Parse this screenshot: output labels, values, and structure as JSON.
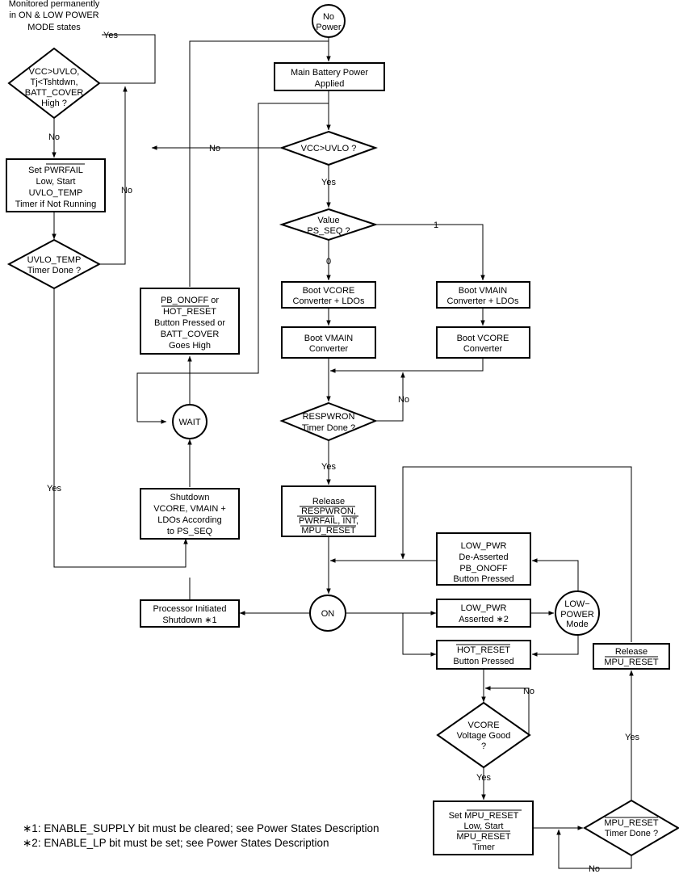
{
  "nodes": {
    "monitor_note": [
      "Monitored permanently",
      "in ON & LOW POWER",
      "MODE states"
    ],
    "vcc_uvlo_left": [
      "VCC>UVLO,",
      "Tj<Tshtdwn,",
      "BATT_COVER",
      "High ?"
    ],
    "set_pwrfail": [
      "Set PWRFAIL",
      "Low, Start",
      "UVLO_TEMP",
      "Timer if Not Running"
    ],
    "uvlo_temp_done": [
      "UVLO_TEMP",
      "Timer Done ?"
    ],
    "no_power": [
      "No",
      "Power"
    ],
    "main_battery": [
      "Main Battery Power",
      "Applied"
    ],
    "vcc_uvlo": [
      "VCC>UVLO ?"
    ],
    "value_ps_seq": [
      "Value",
      "PS_SEQ ?"
    ],
    "boot_vcore_ldo": [
      "Boot VCORE",
      "Converter + LDOs"
    ],
    "boot_vmain_ldo": [
      "Boot VMAIN",
      "Converter + LDOs"
    ],
    "boot_vmain": [
      "Boot VMAIN",
      "Converter"
    ],
    "boot_vcore": [
      "Boot VCORE",
      "Converter"
    ],
    "respwron_done": [
      "RESPWRON",
      "Timer Done ?"
    ],
    "release_signals": [
      "Release",
      "RESPWRON,",
      "PWRFAIL, INT,",
      "MPU_RESET"
    ],
    "pb_onoff_box": [
      "PB_ONOFF or",
      "HOT_RESET",
      "Button Pressed or",
      "BATT_COVER",
      "Goes High"
    ],
    "wait": [
      "WAIT"
    ],
    "shutdown_box": [
      "Shutdown",
      "VCORE, VMAIN +",
      "LDOs According",
      "to PS_SEQ"
    ],
    "processor_shutdown": [
      "Processor Initiated",
      "Shutdown ∗1"
    ],
    "on": [
      "ON"
    ],
    "low_pwr_deasserted": [
      "LOW_PWR",
      "De-Asserted",
      "PB_ONOFF",
      "Button Pressed"
    ],
    "low_pwr_asserted": [
      "LOW_PWR",
      "Asserted ∗2"
    ],
    "low_power_mode": [
      "LOW−",
      "POWER",
      "Mode"
    ],
    "hot_reset_pressed": [
      "HOT_RESET",
      "Button Pressed"
    ],
    "vcore_good": [
      "VCORE",
      "Voltage Good",
      "?"
    ],
    "set_mpu_reset": [
      "Set MPU_RESET",
      "Low, Start",
      "MPU_RESET",
      "Timer"
    ],
    "mpu_reset_done": [
      "MPU_RESET",
      "Timer Done ?"
    ],
    "release_mpu_reset": [
      "Release",
      "MPU_RESET"
    ]
  },
  "edge_labels": {
    "yes_monitor": "Yes",
    "no_left_decision": "No",
    "no_uvlo_temp": "No",
    "yes_uvlo_temp": "Yes",
    "no_vcc": "No",
    "yes_vcc": "Yes",
    "ps_seq_0": "0",
    "ps_seq_1": "1",
    "no_respwron": "No",
    "yes_respwron": "Yes",
    "no_vcore_good": "No",
    "yes_vcore_good": "Yes",
    "no_mpu_done": "No",
    "yes_mpu_done": "Yes"
  },
  "footnotes": [
    "∗1: ENABLE_SUPPLY bit must be cleared; see Power States Description",
    "∗2: ENABLE_LP bit must be set; see Power States Description"
  ]
}
